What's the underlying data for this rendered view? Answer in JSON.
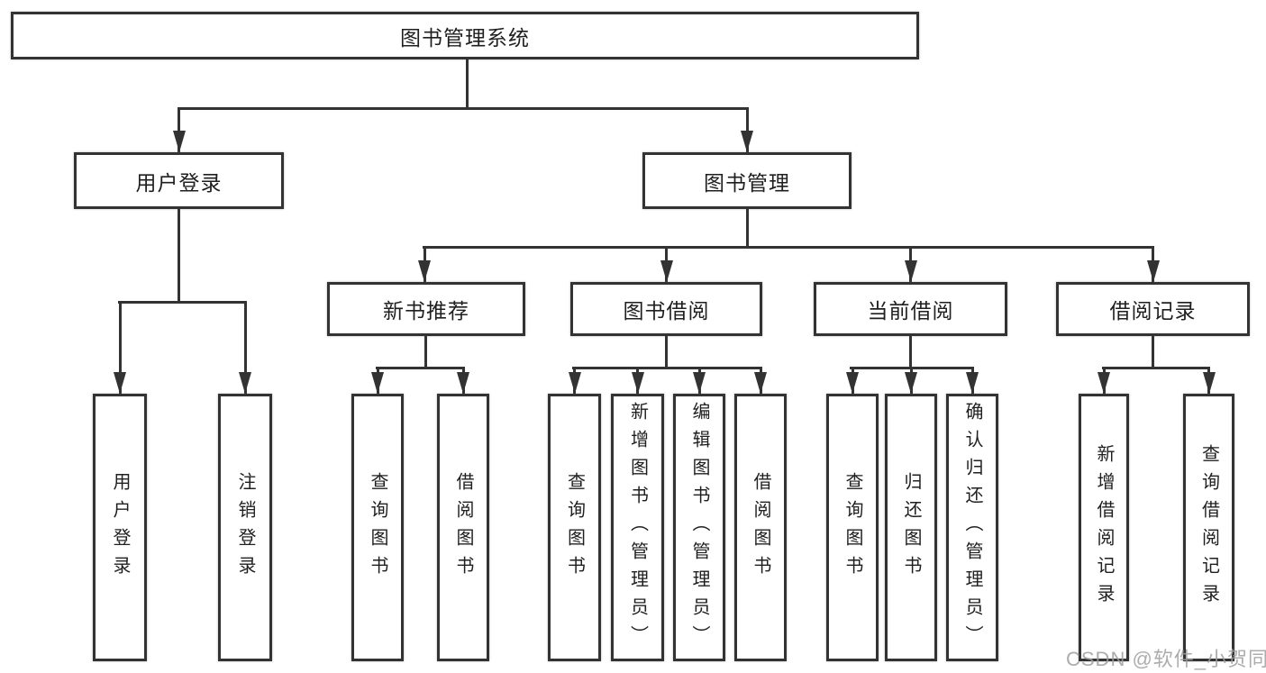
{
  "diagram": {
    "root": {
      "label": "图书管理系统"
    },
    "branches": {
      "user_login": {
        "label": "用户登录",
        "children": [
          {
            "label": "用户登录"
          },
          {
            "label": "注销登录"
          }
        ]
      },
      "book_mgmt": {
        "label": "图书管理",
        "sections": {
          "new_book_rec": {
            "label": "新书推荐",
            "children": [
              {
                "label": "查询图书"
              },
              {
                "label": "借阅图书"
              }
            ]
          },
          "book_borrow": {
            "label": "图书借阅",
            "children": [
              {
                "label": "查询图书"
              },
              {
                "label": "新增图书（管理员）"
              },
              {
                "label": "编辑图书（管理员）"
              },
              {
                "label": "借阅图书"
              }
            ]
          },
          "current_borrow": {
            "label": "当前借阅",
            "children": [
              {
                "label": "查询图书"
              },
              {
                "label": "归还图书"
              },
              {
                "label": "确认归还（管理员）"
              }
            ]
          },
          "borrow_records": {
            "label": "借阅记录",
            "children": [
              {
                "label": "新增借阅记录"
              },
              {
                "label": "查询借阅记录"
              }
            ]
          }
        }
      }
    },
    "watermark": "CSDN @软件_小贺同学",
    "colors": {
      "line": "#333333",
      "text": "#1f1f1f",
      "watermark": "#9e9e9e",
      "background": "#ffffff"
    }
  }
}
